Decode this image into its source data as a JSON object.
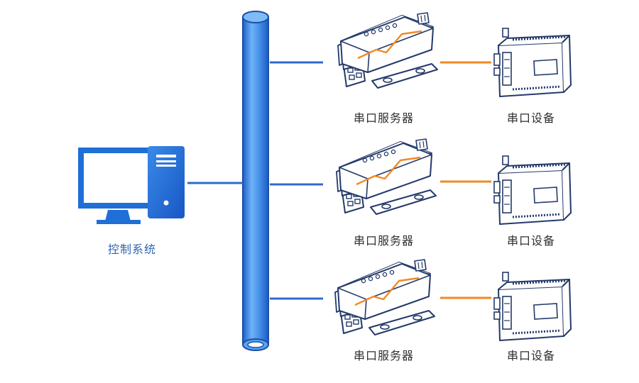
{
  "control_system": {
    "label": "控制系统"
  },
  "rows": [
    {
      "server_label": "串口服务器",
      "device_label": "串口设备"
    },
    {
      "server_label": "串口服务器",
      "device_label": "串口设备"
    },
    {
      "server_label": "串口服务器",
      "device_label": "串口设备"
    }
  ],
  "colors": {
    "network_line": "#2e6bd1",
    "serial_line": "#f08a24",
    "bus_pipe": "#3b86e6",
    "computer": "#1f6fd6"
  },
  "icons": {
    "computer": "desktop-computer-icon",
    "server": "serial-server-icon",
    "device": "serial-device-icon",
    "bus": "network-bus-pipe"
  }
}
